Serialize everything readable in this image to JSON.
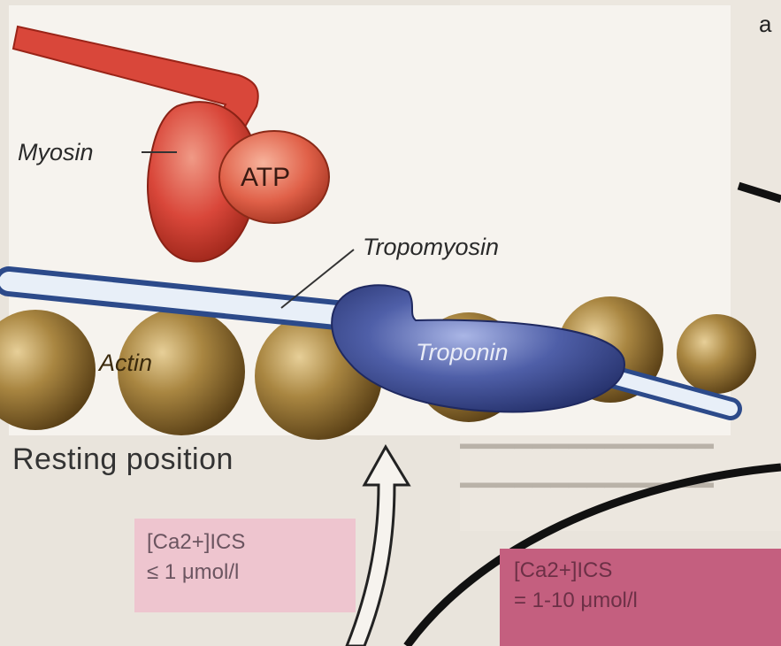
{
  "labels": {
    "corner_letter": "a",
    "myosin": "Myosin",
    "atp": "ATP",
    "tropomyosin": "Tropomyosin",
    "actin": "Actin",
    "troponin": "Troponin",
    "resting_position": "Resting position"
  },
  "calcium_low": {
    "concentration": "[Ca2+]ICS",
    "value": "≤ 1 μmol/l"
  },
  "calcium_high": {
    "concentration": "[Ca2+]ICS",
    "value": "= 1-10 μmol/l"
  },
  "colors": {
    "myosin": "#d9473a",
    "actin": "#a7843f",
    "troponin": "#3e4f9a",
    "tropomyosin": "#dde7f2",
    "ca_low_box": "#eec5cf",
    "ca_high_box": "#c45f7f"
  }
}
